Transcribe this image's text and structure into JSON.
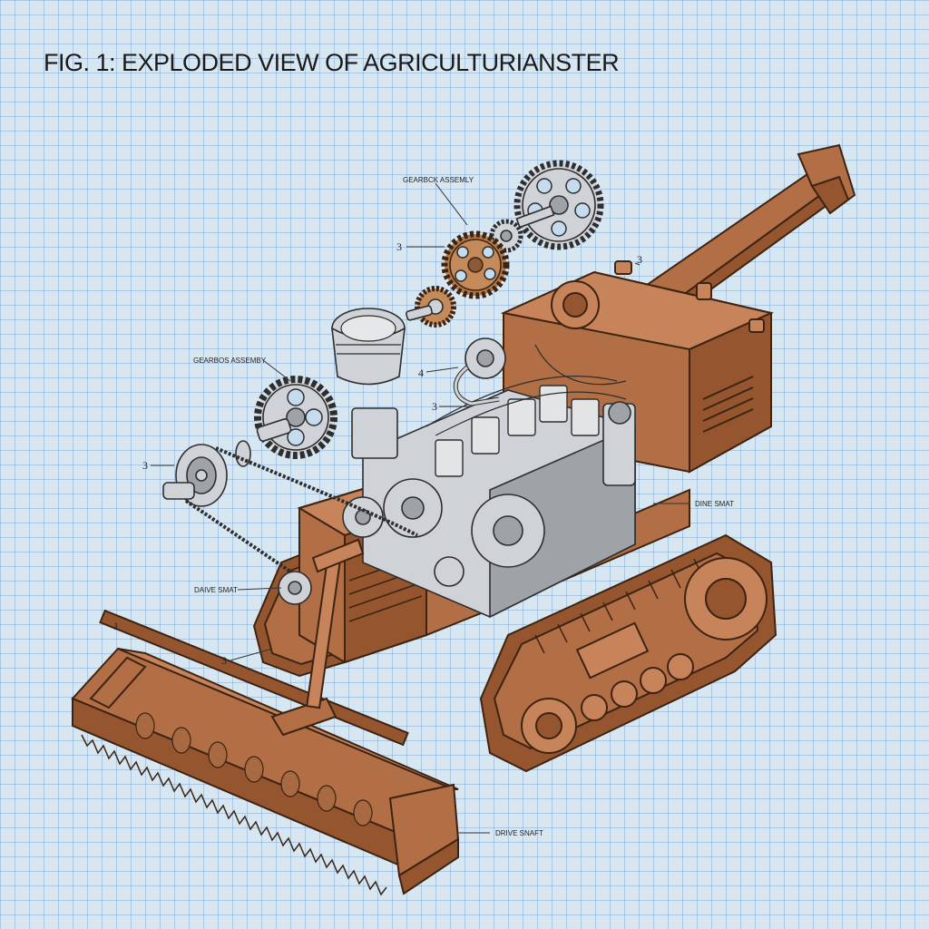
{
  "figure": {
    "title": "FIG. 1: EXPLODED VIEW OF AGRICULTURIANSTER"
  },
  "labels": {
    "gearbox_top": "GEARBCK ASSEMLY",
    "gearbox_left": "GEARBOS ASSEMBY",
    "drive_shaft_right": "DINE SMAT",
    "drive_shaft_left": "DAIVE SMAT",
    "drive_shaft_bottom": "DRIVE SNAFT"
  },
  "callouts": {
    "gear_top_num": "3",
    "valve_num": "4",
    "turbo_num": "3",
    "pulley_num": "3",
    "header_num": "1",
    "header_arm_num": "3",
    "top_cab_num": "3"
  },
  "colors": {
    "background": "#d7e7f2",
    "grid": "#78a0c8",
    "body": "#b26e44",
    "engine": "#cfd2d6"
  }
}
